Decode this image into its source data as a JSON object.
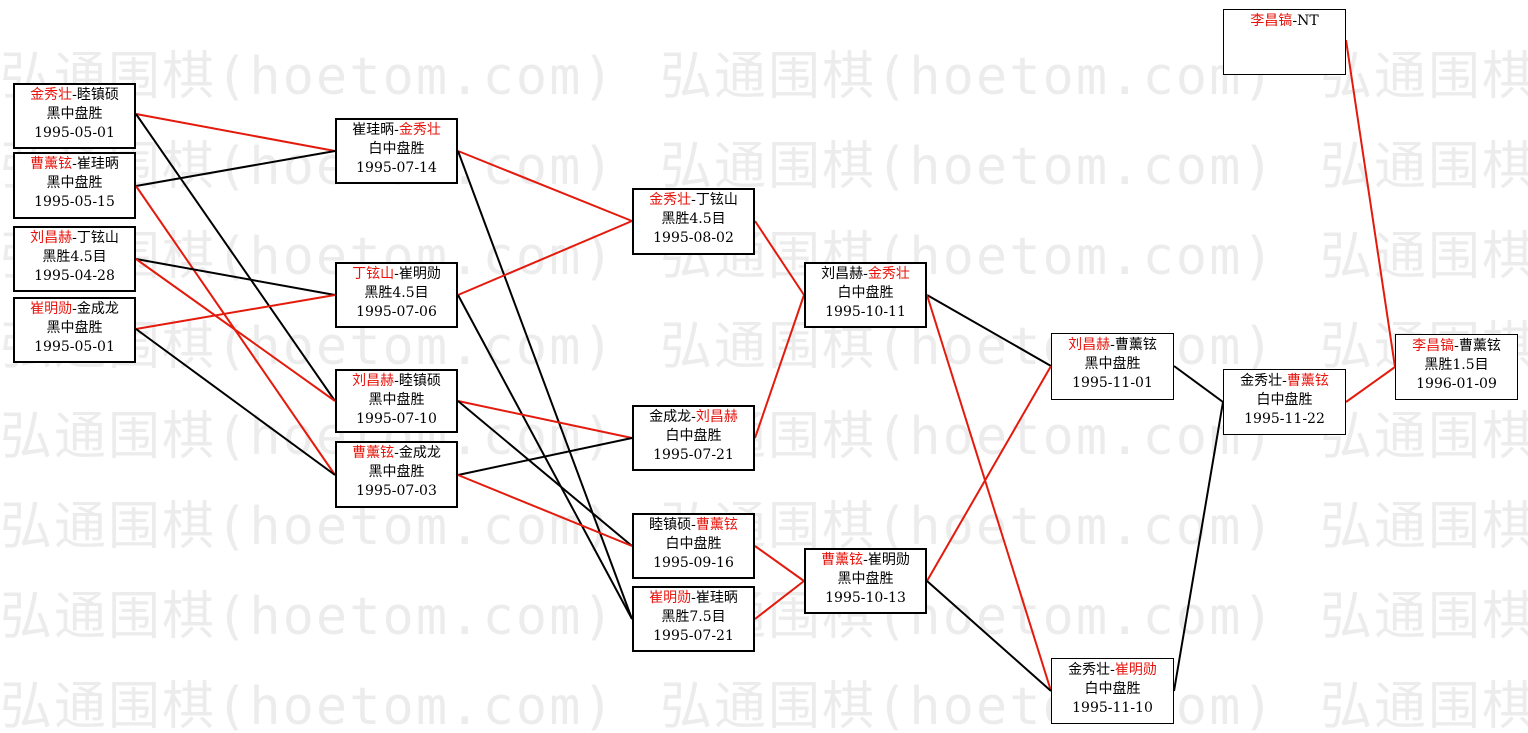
{
  "watermark": "弘通围棋(hoetom.com)",
  "colors": {
    "winner": "#e8140c",
    "line_win": "#e31a0c",
    "line_loss": "#000000"
  },
  "games": [
    {
      "id": "g1",
      "p1": "金秀壮",
      "p2": "睦镇硕",
      "winner": 1,
      "result": "黑中盘胜",
      "date": "1995-05-01"
    },
    {
      "id": "g2",
      "p1": "曹薰铉",
      "p2": "崔珪昞",
      "winner": 1,
      "result": "黑中盘胜",
      "date": "1995-05-15"
    },
    {
      "id": "g3",
      "p1": "刘昌赫",
      "p2": "丁铉山",
      "winner": 1,
      "result": "黑胜4.5目",
      "date": "1995-04-28"
    },
    {
      "id": "g4",
      "p1": "崔明勋",
      "p2": "金成龙",
      "winner": 1,
      "result": "黑中盘胜",
      "date": "1995-05-01"
    },
    {
      "id": "g5",
      "p1": "崔珪昞",
      "p2": "金秀壮",
      "winner": 2,
      "result": "白中盘胜",
      "date": "1995-07-14"
    },
    {
      "id": "g6",
      "p1": "丁铉山",
      "p2": "崔明勋",
      "winner": 1,
      "result": "黑胜4.5目",
      "date": "1995-07-06"
    },
    {
      "id": "g7",
      "p1": "刘昌赫",
      "p2": "睦镇硕",
      "winner": 1,
      "result": "黑中盘胜",
      "date": "1995-07-10"
    },
    {
      "id": "g8",
      "p1": "曹薰铉",
      "p2": "金成龙",
      "winner": 1,
      "result": "黑中盘胜",
      "date": "1995-07-03"
    },
    {
      "id": "g9",
      "p1": "金秀壮",
      "p2": "丁铉山",
      "winner": 1,
      "result": "黑胜4.5目",
      "date": "1995-08-02"
    },
    {
      "id": "g10",
      "p1": "金成龙",
      "p2": "刘昌赫",
      "winner": 2,
      "result": "白中盘胜",
      "date": "1995-07-21"
    },
    {
      "id": "g11",
      "p1": "睦镇硕",
      "p2": "曹薰铉",
      "winner": 2,
      "result": "白中盘胜",
      "date": "1995-09-16"
    },
    {
      "id": "g12",
      "p1": "崔明勋",
      "p2": "崔珪昞",
      "winner": 1,
      "result": "黑胜7.5目",
      "date": "1995-07-21"
    },
    {
      "id": "g13",
      "p1": "刘昌赫",
      "p2": "金秀壮",
      "winner": 2,
      "result": "白中盘胜",
      "date": "1995-10-11"
    },
    {
      "id": "g14",
      "p1": "曹薰铉",
      "p2": "崔明勋",
      "winner": 1,
      "result": "黑中盘胜",
      "date": "1995-10-13"
    },
    {
      "id": "g15",
      "p1": "刘昌赫",
      "p2": "曹薰铉",
      "winner": 1,
      "result": "黑中盘胜",
      "date": "1995-11-01"
    },
    {
      "id": "g16",
      "p1": "金秀壮",
      "p2": "崔明勋",
      "winner": 2,
      "result": "白中盘胜",
      "date": "1995-11-10"
    },
    {
      "id": "g17",
      "p1": "金秀壮",
      "p2": "曹薰铉",
      "winner": 2,
      "result": "白中盘胜",
      "date": "1995-11-22"
    },
    {
      "id": "g18",
      "p1": "李昌镐",
      "p2": "NT",
      "winner": 1,
      "result": "",
      "date": ""
    },
    {
      "id": "g19",
      "p1": "李昌镐",
      "p2": "曹薰铉",
      "winner": 1,
      "result": "黑胜1.5目",
      "date": "1996-01-09"
    }
  ],
  "connections": [
    {
      "from": "g1",
      "to": "g5",
      "win": true
    },
    {
      "from": "g1",
      "to": "g7",
      "win": false
    },
    {
      "from": "g2",
      "to": "g5",
      "win": false
    },
    {
      "from": "g2",
      "to": "g8",
      "win": true
    },
    {
      "from": "g3",
      "to": "g6",
      "win": false
    },
    {
      "from": "g3",
      "to": "g7",
      "win": true
    },
    {
      "from": "g4",
      "to": "g6",
      "win": true
    },
    {
      "from": "g4",
      "to": "g8",
      "win": false
    },
    {
      "from": "g5",
      "to": "g9",
      "win": true
    },
    {
      "from": "g5",
      "to": "g12",
      "win": false
    },
    {
      "from": "g6",
      "to": "g9",
      "win": true
    },
    {
      "from": "g6",
      "to": "g12",
      "win": false
    },
    {
      "from": "g7",
      "to": "g10",
      "win": true
    },
    {
      "from": "g7",
      "to": "g11",
      "win": false
    },
    {
      "from": "g8",
      "to": "g10",
      "win": false
    },
    {
      "from": "g8",
      "to": "g11",
      "win": true
    },
    {
      "from": "g9",
      "to": "g13",
      "win": true
    },
    {
      "from": "g10",
      "to": "g13",
      "win": true
    },
    {
      "from": "g11",
      "to": "g14",
      "win": true
    },
    {
      "from": "g12",
      "to": "g14",
      "win": true
    },
    {
      "from": "g13",
      "to": "g15",
      "win": false
    },
    {
      "from": "g13",
      "to": "g16",
      "win": true
    },
    {
      "from": "g14",
      "to": "g15",
      "win": true
    },
    {
      "from": "g14",
      "to": "g16",
      "win": false
    },
    {
      "from": "g15",
      "to": "g17",
      "win": false
    },
    {
      "from": "g16",
      "to": "g17",
      "win": false
    },
    {
      "from": "g17",
      "to": "g19",
      "win": true
    },
    {
      "from": "g18",
      "to": "g19",
      "win": true
    }
  ]
}
